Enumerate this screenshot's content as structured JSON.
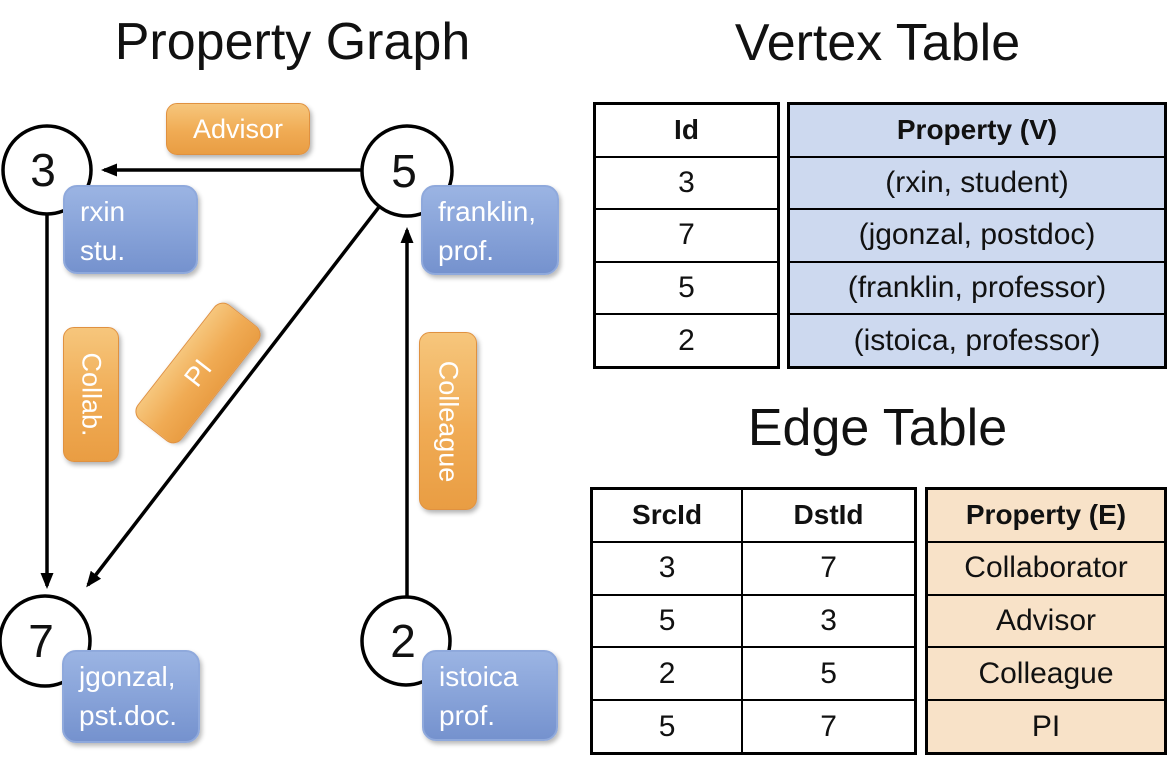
{
  "graph": {
    "title": "Property Graph",
    "vertices": [
      {
        "id": "3",
        "line1": "rxin",
        "line2": "stu."
      },
      {
        "id": "5",
        "line1": "franklin,",
        "line2": "prof."
      },
      {
        "id": "7",
        "line1": "jgonzal,",
        "line2": "pst.doc."
      },
      {
        "id": "2",
        "line1": "istoica",
        "line2": "prof."
      }
    ],
    "edges": [
      {
        "label": "Advisor",
        "src": "5",
        "dst": "3"
      },
      {
        "label": "Collab.",
        "src": "3",
        "dst": "7"
      },
      {
        "label": "PI",
        "src": "5",
        "dst": "7"
      },
      {
        "label": "Colleague",
        "src": "2",
        "dst": "5"
      }
    ]
  },
  "vertex_table": {
    "title": "Vertex Table",
    "columns": {
      "id": "Id",
      "property": "Property (V)"
    },
    "rows": [
      {
        "id": "3",
        "property": "(rxin, student)"
      },
      {
        "id": "7",
        "property": "(jgonzal, postdoc)"
      },
      {
        "id": "5",
        "property": "(franklin, professor)"
      },
      {
        "id": "2",
        "property": "(istoica, professor)"
      }
    ]
  },
  "edge_table": {
    "title": "Edge Table",
    "columns": {
      "src": "SrcId",
      "dst": "DstId",
      "property": "Property (E)"
    },
    "rows": [
      {
        "src": "3",
        "dst": "7",
        "property": "Collaborator"
      },
      {
        "src": "5",
        "dst": "3",
        "property": "Advisor"
      },
      {
        "src": "2",
        "dst": "5",
        "property": "Colleague"
      },
      {
        "src": "5",
        "dst": "7",
        "property": "PI"
      }
    ]
  },
  "colors": {
    "edge_label_orange": "#f0ab54",
    "vertex_label_blue": "#83a0d8",
    "vertex_table_fill": "#cdd9ef",
    "edge_table_fill": "#f8e2c8",
    "line_black": "#000000"
  }
}
